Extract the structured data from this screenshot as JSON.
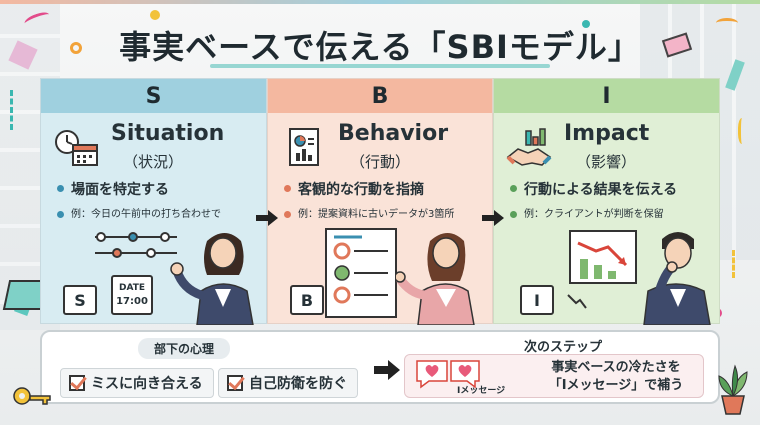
{
  "title": "事実ベースで伝える「SBIモデル」",
  "panels": [
    {
      "letter": "S",
      "title": "Situation",
      "subtitle": "（状況）",
      "bullet_main": "場面を特定する",
      "bullet_example": "例：今日の午前中の打ち合わせで",
      "box_letter": "S",
      "date_label": "DATE",
      "date_time": "17:00",
      "icon": "clock-calendar-icon"
    },
    {
      "letter": "B",
      "title": "Behavior",
      "subtitle": "（行動）",
      "bullet_main": "客観的な行動を指摘",
      "bullet_example": "例：提案資料に古いデータが3箇所",
      "box_letter": "B",
      "icon": "document-chart-icon"
    },
    {
      "letter": "I",
      "title": "Impact",
      "subtitle": "（影響）",
      "bullet_main": "行動による結果を伝える",
      "bullet_example": "例：クライアントが判断を保留",
      "box_letter": "I",
      "icon": "handshake-chart-icon"
    }
  ],
  "bottom": {
    "psych_label": "部下の心理",
    "check1": "ミスに向き合える",
    "check2": "自己防衛を防ぐ",
    "next_label": "次のステップ",
    "imessage_label": "Iメッセージ",
    "next_line1": "事実ベースの冷たさを",
    "next_line2": "「Iメッセージ」で補う"
  },
  "colors": {
    "situation": "#9fd0df",
    "behavior": "#f4b8a0",
    "impact": "#b5dba2",
    "accent": "#3ab7b0"
  }
}
